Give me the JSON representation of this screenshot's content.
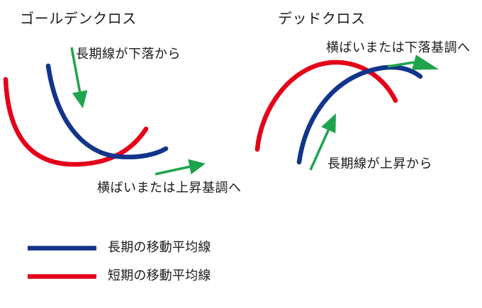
{
  "colors": {
    "long_ma": "#12348b",
    "short_ma": "#e50019",
    "arrow": "#1ea44c",
    "text": "#1b1b1b"
  },
  "golden_cross": {
    "title": "ゴールデンクロス",
    "annotation_top": "長期線が下落から",
    "annotation_bottom": "横ばいまたは上昇基調へ"
  },
  "dead_cross": {
    "title": "デッドクロス",
    "annotation_top": "横ばいまたは下落基調へ",
    "annotation_bottom": "長期線が上昇から"
  },
  "legend": {
    "items": [
      {
        "label": "長期の移動平均線",
        "color": "#12348b"
      },
      {
        "label": "短期の移動平均線",
        "color": "#e50019"
      }
    ]
  }
}
